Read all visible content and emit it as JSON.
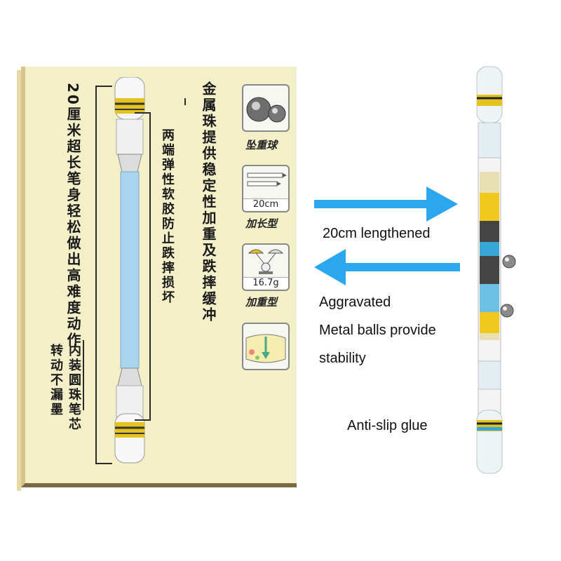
{
  "card_labels": {
    "left_vertical": "20厘米超长笔身轻松做出高难度动作",
    "middle_vertical": "两端弹性软胶防止跌摔损坏",
    "inner_vertical_col1": "内装圆珠笔芯",
    "inner_vertical_col2": "转动不漏墨",
    "right_vertical": "金属珠提供稳定性加重及跌摔缓冲"
  },
  "features": [
    {
      "title": "坠重球",
      "value": ""
    },
    {
      "title": "加长型",
      "value": "20cm"
    },
    {
      "title": "加重型",
      "value": "16.7g"
    },
    {
      "title": "",
      "value": ""
    }
  ],
  "annotations": {
    "lengthened": "20cm lengthened",
    "aggravated": "Aggravated",
    "metal_balls_line1": "Metal balls provide",
    "metal_balls_line2": "stability",
    "anti_slip": "Anti-slip glue"
  },
  "colors": {
    "arrow": "#2aa7ee",
    "card_bg": "#f3efc9",
    "pen_blue": "#a9d6ef",
    "grip_yellow": "#e6c21f"
  }
}
